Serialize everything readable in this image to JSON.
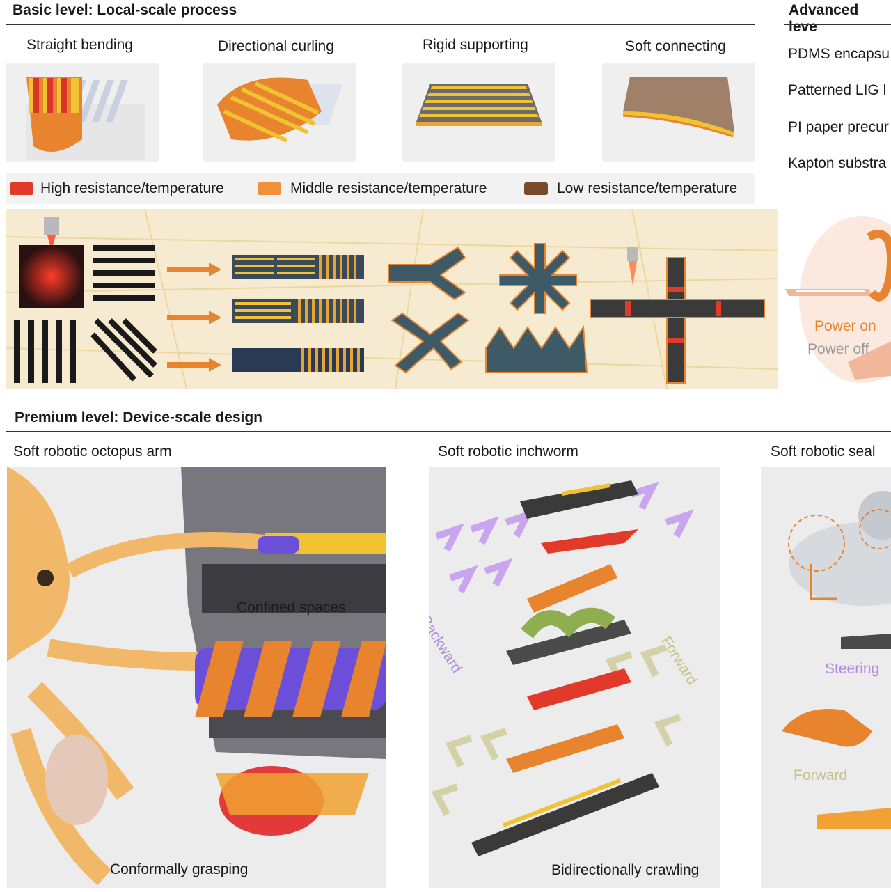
{
  "basic": {
    "title": "Basic level: Local-scale process",
    "processes": [
      "Straight bending",
      "Directional curling",
      "Rigid supporting",
      "Soft connecting"
    ],
    "legend": [
      {
        "label": "High resistance/temperature",
        "color": "#e23a2a"
      },
      {
        "label": "Middle resistance/temperature",
        "color": "#f0913a"
      },
      {
        "label": "Low resistance/temperature",
        "color": "#7a4a2e"
      }
    ]
  },
  "advanced": {
    "title": "Advanced leve",
    "layers": [
      "PDMS encapsu",
      "Patterned LIG l",
      "PI paper precur",
      "Kapton substra"
    ],
    "power_on": "Power on",
    "power_off": "Power off"
  },
  "premium": {
    "title": "Premium level: Device-scale design",
    "octopus": {
      "title": "Soft robotic octopus arm",
      "confined": "Confined spaces",
      "grasping": "Conformally grasping"
    },
    "inchworm": {
      "title": "Soft robotic inchworm",
      "backward": "Backward",
      "forward": "Forward",
      "crawling": "Bidirectionally crawling"
    },
    "seal": {
      "title": "Soft robotic seal",
      "steering": "Steering",
      "forward": "Forward"
    }
  },
  "colors": {
    "accent_orange": "#e8832e",
    "stripe_yellow": "#f1c232",
    "lavender": "#b08be0",
    "olive": "#c9c08a"
  }
}
